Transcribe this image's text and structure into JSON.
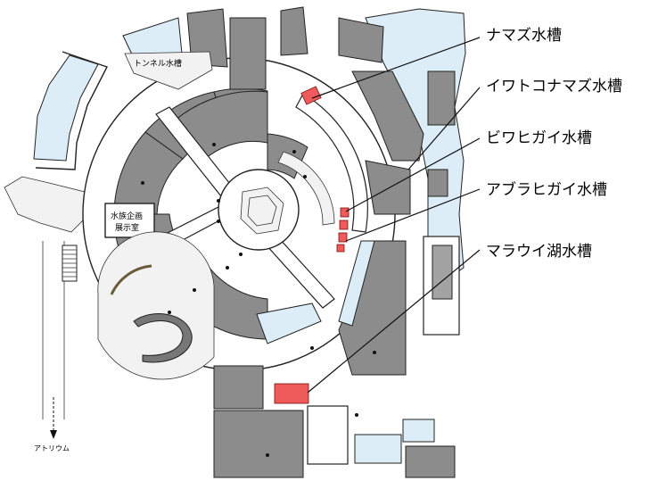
{
  "map": {
    "labels": {
      "namazu": "ナマズ水槽",
      "iwatoko": "イワトコナマズ水槽",
      "biwahigai": "ビワヒガイ水槽",
      "aburahigai": "アブラヒガイ水槽",
      "marawi": "マラウイ湖水槽",
      "tunnel": "トンネル水槽",
      "exhibit_line1": "水族企画",
      "exhibit_line2": "展示室",
      "atrium": "アトリウム"
    },
    "colors": {
      "highlight": "#ef5a5a",
      "room": "#8c8c8c",
      "water": "#dcedf7"
    }
  }
}
